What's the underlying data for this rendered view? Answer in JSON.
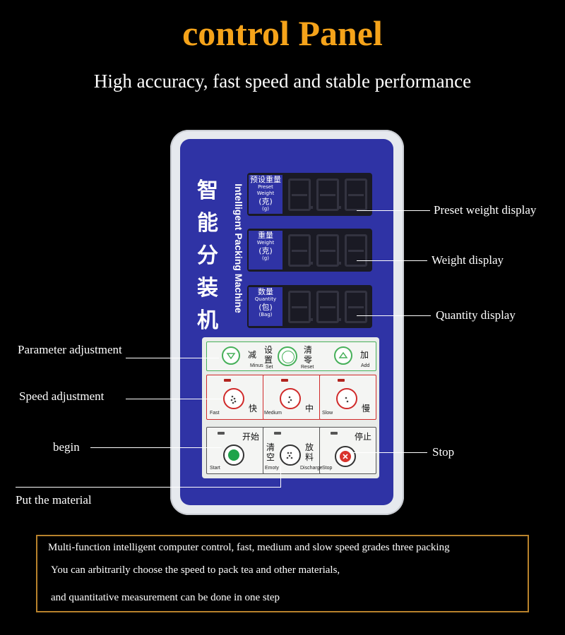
{
  "header": {
    "title": "control Panel",
    "subtitle": "High accuracy, fast speed and stable performance"
  },
  "device": {
    "cn_title": [
      "智",
      "能",
      "分",
      "装",
      "机"
    ],
    "en_title": "Intelligent Packing Machine",
    "displays": [
      {
        "cn": "预设重量",
        "en": "Preset Weight",
        "unit_cn": "(克)",
        "unit_en": "(g)",
        "digits": [
          "8.",
          "8.",
          "8"
        ]
      },
      {
        "cn": "重量",
        "en": "Weight",
        "unit_cn": "(克)",
        "unit_en": "(g)",
        "digits": [
          "8.",
          "8.",
          "8"
        ]
      },
      {
        "cn": "数量",
        "en": "Quantity",
        "unit_cn": "(包)",
        "unit_en": "(Bag)",
        "digits": [
          "8.",
          "8.",
          "8"
        ]
      }
    ],
    "param_keys": {
      "minus_cn": "减",
      "minus_en": "Minus",
      "set_cn": "设置",
      "set_en": "Set",
      "reset_cn": "清零",
      "reset_en": "Reset",
      "add_cn": "加",
      "add_en": "Add"
    },
    "speed_keys": [
      {
        "cn": "快",
        "en": "Fast"
      },
      {
        "cn": "中",
        "en": "Medium"
      },
      {
        "cn": "慢",
        "en": "Slow"
      }
    ],
    "control_keys": {
      "start_cn": "开始",
      "start_en": "Start",
      "empty_cn": "清空",
      "empty_en": "Emoty",
      "discharge_cn": "放料",
      "discharge_en": "Discharge",
      "stop_cn": "停止",
      "stop_en": "Stop"
    }
  },
  "callouts": {
    "preset": "Preset weight display",
    "weight": "Weight display",
    "quantity": "Quantity display",
    "param": "Parameter adjustment",
    "speed": "Speed adjustment",
    "begin": "begin",
    "stop": "Stop",
    "material": "Put the material"
  },
  "info": {
    "line1": "Multi-function intelligent computer control, fast, medium and slow speed grades three packing",
    "line2": "You can arbitrarily choose the speed to pack tea and other materials,",
    "line3": "and quantitative measurement can be done in one step"
  },
  "colors": {
    "title": "#f5a31a",
    "panel": "#2f33a5",
    "param_border": "#47b05a",
    "speed_border": "#d02a2a",
    "frame": "#b8822c"
  }
}
